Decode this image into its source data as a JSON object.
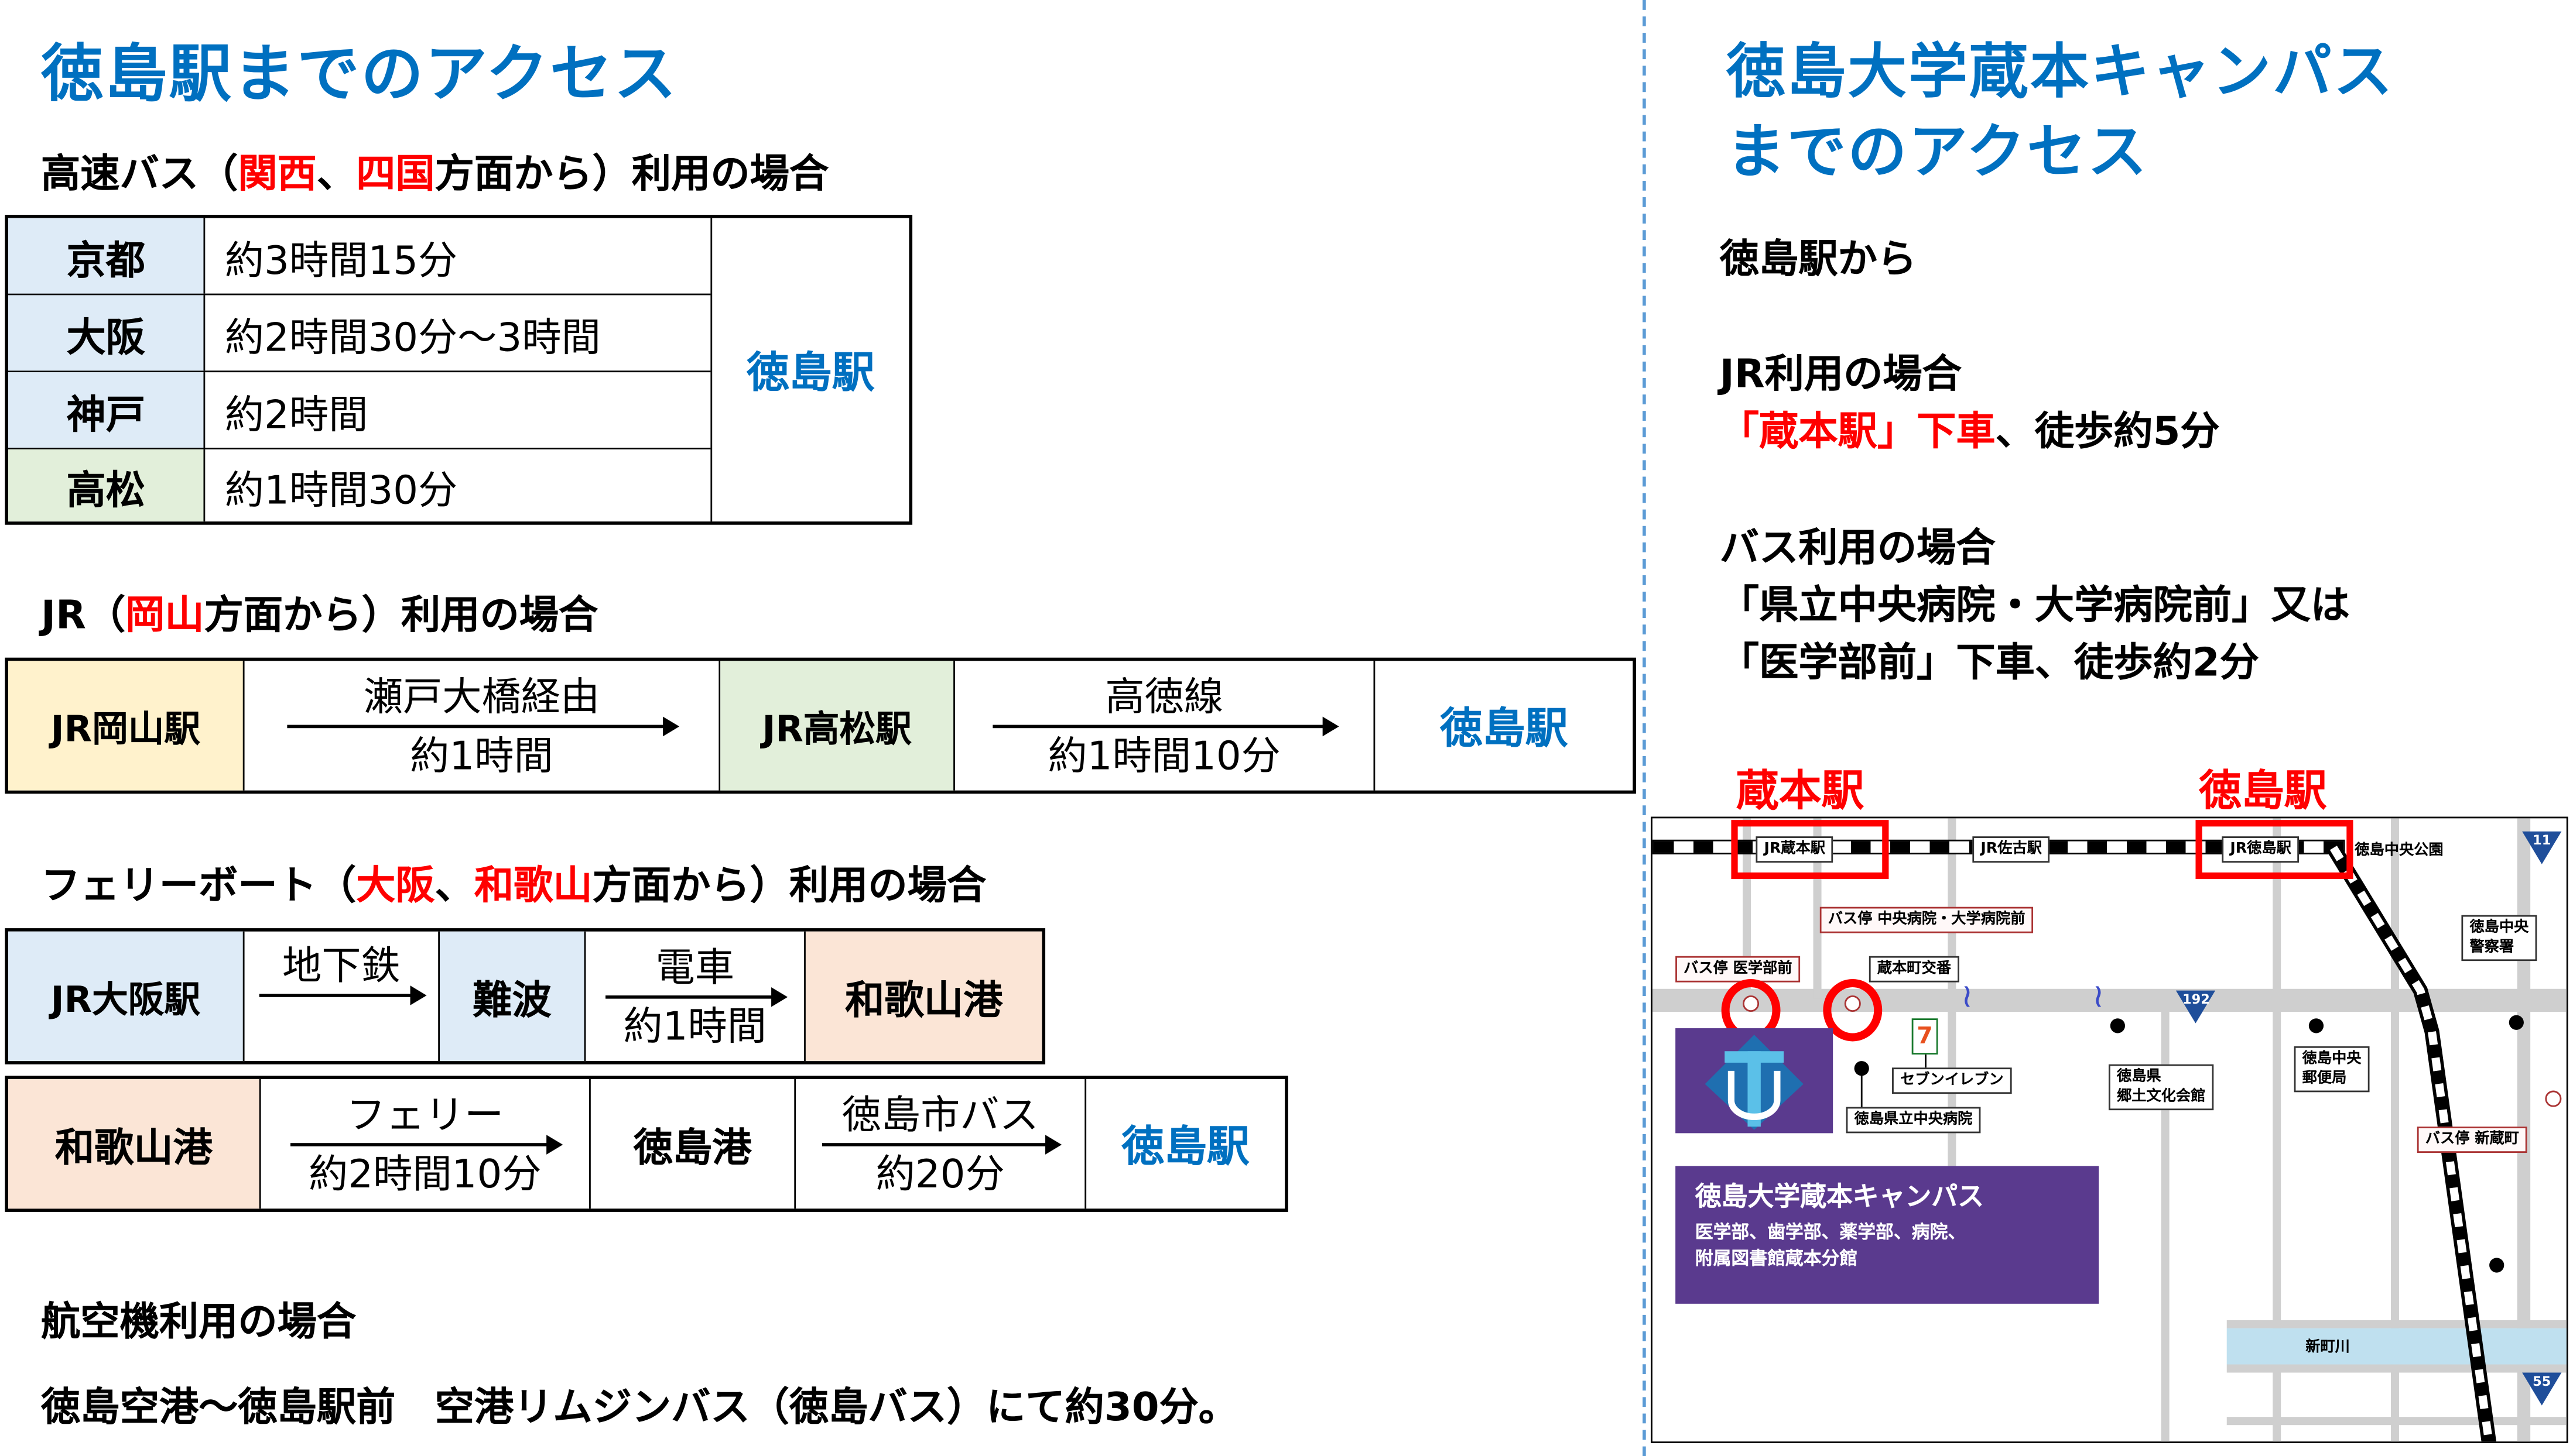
{
  "left": {
    "title": "徳島駅までのアクセス",
    "highway_bus": {
      "heading_prefix": "高速バス（",
      "heading_red1": "関西",
      "heading_sep": "、",
      "heading_red2": "四国",
      "heading_suffix": "方面から）利用の場合",
      "rows": [
        {
          "origin": "京都",
          "duration": "約3時間15分",
          "color": "blue"
        },
        {
          "origin": "大阪",
          "duration": "約2時間30分～3時間",
          "color": "blue"
        },
        {
          "origin": "神戸",
          "duration": "約2時間",
          "color": "blue"
        },
        {
          "origin": "高松",
          "duration": "約1時間30分",
          "color": "green"
        }
      ],
      "destination": "徳島駅"
    },
    "jr": {
      "heading_prefix": "JR（",
      "heading_red": "岡山",
      "heading_suffix": "方面から）利用の場合",
      "start": "JR岡山駅",
      "leg1_top": "瀬戸大橋経由",
      "leg1_bottom": "約1時間",
      "mid": "JR高松駅",
      "leg2_top": "高徳線",
      "leg2_bottom": "約1時間10分",
      "destination": "徳島駅"
    },
    "ferry": {
      "heading_prefix": "フェリーボート（",
      "heading_red1": "大阪",
      "heading_sep": "、",
      "heading_red2": "和歌山",
      "heading_suffix": "方面から）利用の場合",
      "row1": {
        "start": "JR大阪駅",
        "leg1_top": "地下鉄",
        "mid": "難波",
        "leg2_top": "電車",
        "leg2_bottom": "約1時間",
        "end": "和歌山港"
      },
      "row2": {
        "start": "和歌山港",
        "leg1_top": "フェリー",
        "leg1_bottom": "約2時間10分",
        "mid": "徳島港",
        "leg2_top": "徳島市バス",
        "leg2_bottom": "約20分",
        "destination": "徳島駅"
      }
    },
    "air": {
      "heading": "航空機利用の場合",
      "text": "徳島空港～徳島駅前　空港リムジンバス（徳島バス）にて約30分。"
    }
  },
  "right": {
    "title_line1": "徳島大学蔵本キャンパス",
    "title_line2": "までのアクセス",
    "from": "徳島駅から",
    "jr_heading": "JR利用の場合",
    "jr_red": "「蔵本駅」下車",
    "jr_rest": "、徒歩約5分",
    "bus_heading": "バス利用の場合",
    "bus_line1": "「県立中央病院・大学病院前」又は",
    "bus_line2": "「医学部前」下車、徒歩約2分",
    "map_callout_kuramoto": "蔵本駅",
    "map_callout_tokushima": "徳島駅",
    "map": {
      "stations": [
        "JR蔵本駅",
        "JR佐古駅",
        "JR徳島駅"
      ],
      "park": "徳島中央公園",
      "bus_stop_igakubu": "バス停 医学部前",
      "bus_stop_hospital": "バス停 中央病院・大学病院前",
      "bus_stop_shinkura": "バス停 新蔵町",
      "koban": "蔵本町交番",
      "seven_eleven": "セブンイレブン",
      "prefectural_hospital": "徳島県立中央病院",
      "culture_hall": "徳島県\n郷土文化会館",
      "post_office": "徳島中央\n郵便局",
      "police": "徳島中央\n警察署",
      "river": "新町川",
      "route_numbers": [
        "11",
        "192",
        "55"
      ],
      "campus_name": "徳島大学蔵本キャンパス",
      "campus_desc_line1": "医学部、歯学部、薬学部、病院、",
      "campus_desc_line2": "附属図書館蔵本分館"
    }
  },
  "colors": {
    "title_blue": "#0070C0",
    "accent_red": "#FF0000",
    "cell_blue": "#DEEBF7",
    "cell_green": "#E2EFDA",
    "cell_peach": "#FBE5D6",
    "cell_yellow": "#FFF2CC",
    "campus_purple": "#5A3A8E"
  }
}
